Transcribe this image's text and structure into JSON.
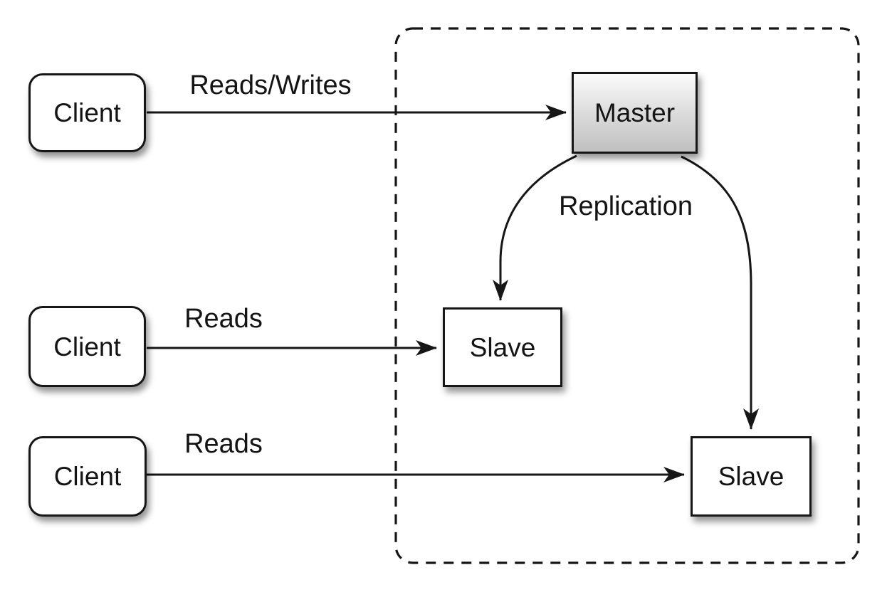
{
  "diagram": {
    "nodes": {
      "client1": {
        "label": "Client"
      },
      "client2": {
        "label": "Client"
      },
      "client3": {
        "label": "Client"
      },
      "master": {
        "label": "Master"
      },
      "slave1": {
        "label": "Slave"
      },
      "slave2": {
        "label": "Slave"
      }
    },
    "edges": {
      "client1_master": {
        "label": "Reads/Writes"
      },
      "client2_slave1": {
        "label": "Reads"
      },
      "client3_slave2": {
        "label": "Reads"
      },
      "master_slaves": {
        "label": "Replication"
      }
    },
    "colors": {
      "stroke": "#161616",
      "text": "#141414",
      "node_fill": "#ffffff",
      "master_gradient_top": "#fbfbfb",
      "master_gradient_bottom": "#c0c0c0",
      "background": "#ffffff"
    }
  }
}
